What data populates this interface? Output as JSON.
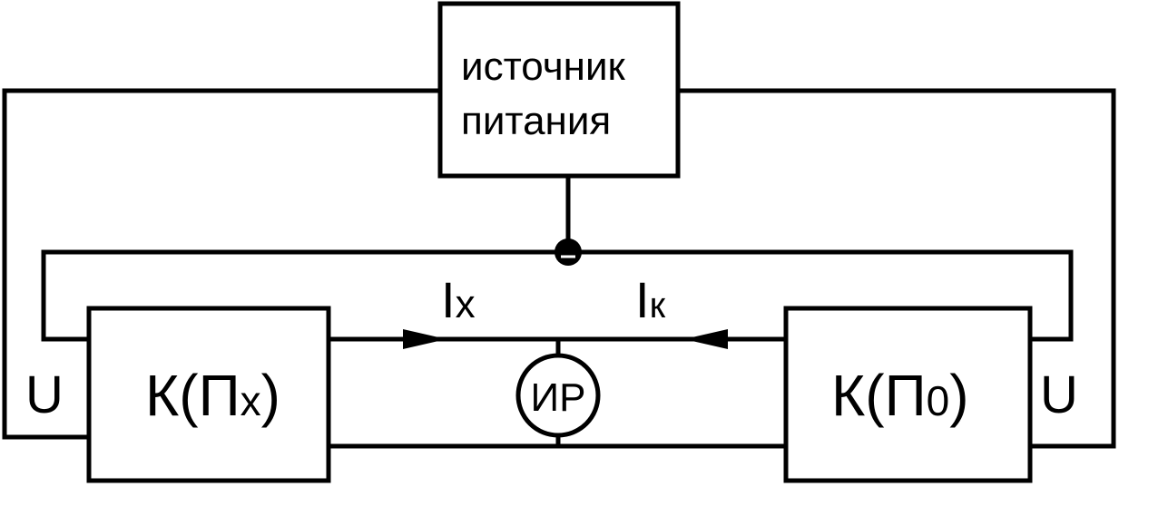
{
  "diagram": {
    "power_source": {
      "line1": "источник",
      "line2": "питания"
    },
    "left_block": {
      "main": "К(П",
      "sub": "x",
      "close": ")"
    },
    "right_block": {
      "main": "К(П",
      "sub": "0",
      "close": ")"
    },
    "meter": {
      "label": "ИР"
    },
    "current_left": {
      "main": "I",
      "sub": "x"
    },
    "current_right": {
      "main": "I",
      "sub": "к"
    },
    "voltage_left": "U",
    "voltage_right": "U"
  }
}
